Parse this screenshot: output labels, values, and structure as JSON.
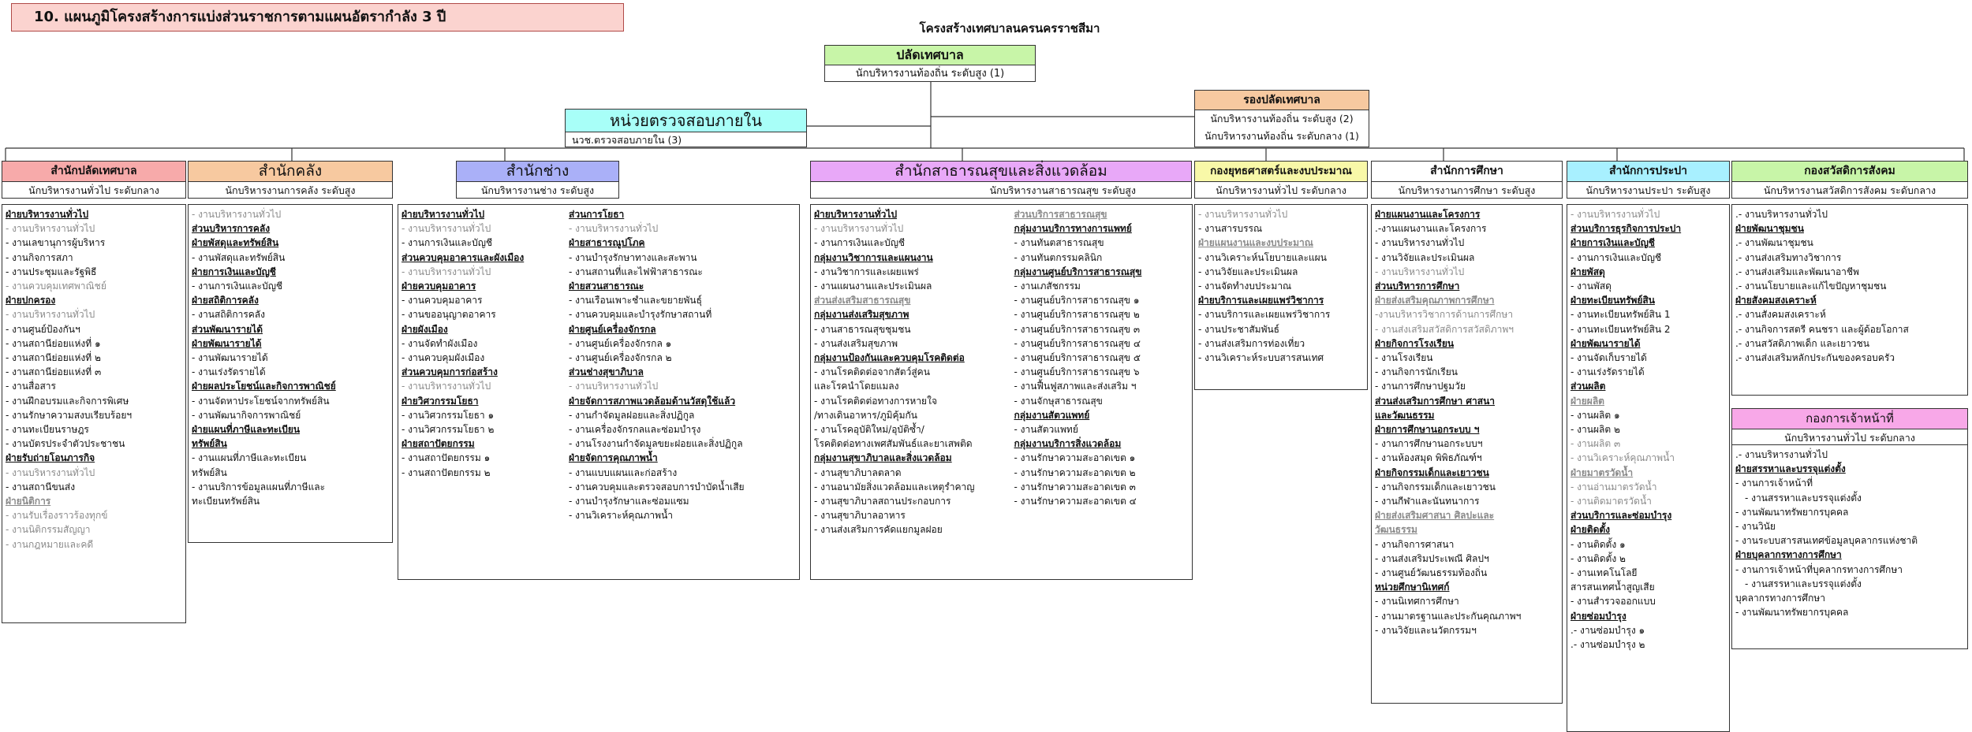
{
  "page_title": "10. แผนภูมิโครงสร้างการแบ่งส่วนราชการตามแผนอัตรากำลัง 3 ปี",
  "org_title": "โครงสร้างเทศบาลนครนครราชสีมา",
  "colors": {
    "mayor_header": "#c8f5a8",
    "deputy_header": "#f7c9a0",
    "audit_header": "#a8fff8",
    "office_clerk": "#f7aaaa",
    "finance": "#f7c9a0",
    "engineering": "#aab0f8",
    "health": "#e8a8f8",
    "strategy": "#f8f8a8",
    "education": "#ffffff",
    "water": "#a8f0ff",
    "welfare": "#c8f5a8",
    "staff": "#f8a8e8"
  },
  "mayor": {
    "title": "ปลัดเทศบาล",
    "subtitle": "นักบริหารงานท้องถิ่น ระดับสูง (1)"
  },
  "deputy": {
    "title": "รองปลัดเทศบาล",
    "line1": "นักบริหารงานท้องถิ่น ระดับสูง (2)",
    "line2": "นักบริหารงานท้องถิ่น ระดับกลาง (1)"
  },
  "audit": {
    "title": "หน่วยตรวจสอบภายใน",
    "subtitle": "นวช.ตรวจสอบภายใน (3)"
  },
  "clerk": {
    "title": "สำนักปลัดเทศบาล",
    "subtitle": "นักบริหารงานทั่วไป ระดับกลาง",
    "items": [
      {
        "t": "ฝ่ายบริหารงานทั่วไป",
        "c": "h"
      },
      {
        "t": "- งานบริหารงานทั่วไป",
        "c": "g"
      },
      {
        "t": "- งานเลขานุการผู้บริหาร",
        "c": "n"
      },
      {
        "t": "- งานกิจการสภา",
        "c": "n"
      },
      {
        "t": "- งานประชุมและรัฐพิธี",
        "c": "n"
      },
      {
        "t": "- งานควบคุมเทศพาณิชย์",
        "c": "g"
      },
      {
        "t": "ฝ่ายปกครอง",
        "c": "h"
      },
      {
        "t": "- งานบริหารงานทั่วไป",
        "c": "g"
      },
      {
        "t": "- งานศูนย์ป้องกันฯ",
        "c": "n"
      },
      {
        "t": "- งานสถานีย่อยแห่งที่ ๑",
        "c": "n"
      },
      {
        "t": "- งานสถานีย่อยแห่งที่ ๒",
        "c": "n"
      },
      {
        "t": "- งานสถานีย่อยแห่งที่ ๓",
        "c": "n"
      },
      {
        "t": "- งานสื่อสาร",
        "c": "n"
      },
      {
        "t": "- งานฝึกอบรมและกิจการพิเศษ",
        "c": "n"
      },
      {
        "t": "- งานรักษาความสงบเรียบร้อยฯ",
        "c": "n"
      },
      {
        "t": "- งานทะเบียนราษฎร",
        "c": "n"
      },
      {
        "t": "- งานบัตรประจำตัวประชาชน",
        "c": "n"
      },
      {
        "t": "ฝ่ายรับถ่ายโอนภารกิจ",
        "c": "h"
      },
      {
        "t": "- งานบริหารงานทั่วไป",
        "c": "g"
      },
      {
        "t": "- งานสถานีขนส่ง",
        "c": "n"
      },
      {
        "t": "ฝ่ายนิติการ",
        "c": "h g"
      },
      {
        "t": "- งานรับเรื่องราวร้องทุกข์",
        "c": "g"
      },
      {
        "t": "- งานนิติกรรมสัญญา",
        "c": "g"
      },
      {
        "t": "- งานกฎหมายและคดี",
        "c": "g"
      }
    ]
  },
  "finance": {
    "title": "สำนักคลัง",
    "subtitle": "นักบริหารงานการคลัง ระดับสูง",
    "items": [
      {
        "t": "- งานบริหารงานทั่วไป",
        "c": "g"
      },
      {
        "t": "ส่วนบริหารการคลัง",
        "c": "h"
      },
      {
        "t": "ฝ่ายพัสดุและทรัพย์สิน",
        "c": "h"
      },
      {
        "t": "- งานพัสดุและทรัพย์สิน",
        "c": "n"
      },
      {
        "t": "ฝ่ายการเงินและบัญชี",
        "c": "h"
      },
      {
        "t": "- งานการเงินและบัญชี",
        "c": "n"
      },
      {
        "t": "ฝ่ายสถิติการคลัง",
        "c": "h"
      },
      {
        "t": "- งานสถิติการคลัง",
        "c": "n"
      },
      {
        "t": "ส่วนพัฒนารายได้",
        "c": "h"
      },
      {
        "t": "ฝ่ายพัฒนารายได้",
        "c": "h"
      },
      {
        "t": "- งานพัฒนารายได้",
        "c": "n"
      },
      {
        "t": "- งานเร่งรัดรายได้",
        "c": "n"
      },
      {
        "t": "ฝ่ายผลประโยชน์และกิจการพาณิชย์",
        "c": "h"
      },
      {
        "t": "- งานจัดหาประโยชน์จากทรัพย์สิน",
        "c": "n"
      },
      {
        "t": "- งานพัฒนากิจการพาณิชย์",
        "c": "n"
      },
      {
        "t": "ฝ่ายแผนที่ภาษีและทะเบียน",
        "c": "h"
      },
      {
        "t": "ทรัพย์สิน",
        "c": "h"
      },
      {
        "t": "- งานแผนที่ภาษีและทะเบียน",
        "c": "n"
      },
      {
        "t": "  ทรัพย์สิน",
        "c": "n"
      },
      {
        "t": "- งานบริการข้อมูลแผนที่ภาษีและ",
        "c": "n"
      },
      {
        "t": "  ทะเบียนทรัพย์สิน",
        "c": "n"
      }
    ]
  },
  "engineering": {
    "title": "สำนักช่าง",
    "subtitle": "นักบริหารงานช่าง ระดับสูง",
    "col1": [
      {
        "t": "ฝ่ายบริหารงานทั่วไป",
        "c": "h"
      },
      {
        "t": "- งานบริหารงานทั่วไป",
        "c": "g"
      },
      {
        "t": "- งานการเงินและบัญชี",
        "c": "n"
      },
      {
        "t": "ส่วนควบคุมอาคารและผังเมือง",
        "c": "h"
      },
      {
        "t": "- งานบริหารงานทั่วไป",
        "c": "g"
      },
      {
        "t": "ฝ่ายควบคุมอาคาร",
        "c": "h"
      },
      {
        "t": "- งานควบคุมอาคาร",
        "c": "n"
      },
      {
        "t": "- งานขออนุญาตอาคาร",
        "c": "n"
      },
      {
        "t": "ฝ่ายผังเมือง",
        "c": "h"
      },
      {
        "t": "- งานจัดทำผังเมือง",
        "c": "n"
      },
      {
        "t": "- งานควบคุมผังเมือง",
        "c": "n"
      },
      {
        "t": "ส่วนควบคุมการก่อสร้าง",
        "c": "h"
      },
      {
        "t": "- งานบริหารงานทั่วไป",
        "c": "g"
      },
      {
        "t": "ฝ่ายวิศวกรรมโยธา",
        "c": "h"
      },
      {
        "t": "- งานวิศวกรรมโยธา ๑",
        "c": "n"
      },
      {
        "t": "- งานวิศวกรรมโยธา ๒",
        "c": "n"
      },
      {
        "t": "ฝ่ายสถาปัตยกรรม",
        "c": "h"
      },
      {
        "t": "- งานสถาปัตยกรรม ๑",
        "c": "n"
      },
      {
        "t": "- งานสถาปัตยกรรม ๒",
        "c": "n"
      }
    ],
    "col2": [
      {
        "t": "ส่วนการโยธา",
        "c": "h"
      },
      {
        "t": "- งานบริหารงานทั่วไป",
        "c": "g"
      },
      {
        "t": "ฝ่ายสาธารณูปโภค",
        "c": "h"
      },
      {
        "t": "- งานบำรุงรักษาทางและสะพาน",
        "c": "n"
      },
      {
        "t": "- งานสถานที่และไฟฟ้าสาธารณะ",
        "c": "n"
      },
      {
        "t": "ฝ่ายสวนสาธารณะ",
        "c": "h"
      },
      {
        "t": "- งานเรือนเพาะชำและขยายพันธุ์",
        "c": "n"
      },
      {
        "t": "- งานควบคุมและบำรุงรักษาสถานที่",
        "c": "n"
      },
      {
        "t": "ฝ่ายศูนย์เครื่องจักรกล",
        "c": "h"
      },
      {
        "t": "- งานศูนย์เครื่องจักรกล ๑",
        "c": "n"
      },
      {
        "t": "- งานศูนย์เครื่องจักรกล ๒",
        "c": "n"
      },
      {
        "t": "ส่วนช่างสุขาภิบาล",
        "c": "h"
      },
      {
        "t": "- งานบริหารงานทั่วไป",
        "c": "g"
      },
      {
        "t": "ฝ่ายจัดการสภาพแวดล้อมด้านวัสดุใช้แล้ว",
        "c": "h"
      },
      {
        "t": "- งานกำจัดมูลฝอยและสิ่งปฏิกูล",
        "c": "n"
      },
      {
        "t": "- งานเครื่องจักรกลและซ่อมบำรุง",
        "c": "n"
      },
      {
        "t": "- งานโรงงานกำจัดมูลขยะฝอยและสิ่งปฏิกูล",
        "c": "n"
      },
      {
        "t": "ฝ่ายจัดการคุณภาพน้ำ",
        "c": "h"
      },
      {
        "t": "- งานแบบแผนและก่อสร้าง",
        "c": "n"
      },
      {
        "t": "- งานควบคุมและตรวจสอบการบำบัดน้ำเสีย",
        "c": "n"
      },
      {
        "t": "- งานบำรุงรักษาและซ่อมแซม",
        "c": "n"
      },
      {
        "t": "- งานวิเคราะห์คุณภาพน้ำ",
        "c": "n"
      }
    ]
  },
  "health": {
    "title": "สำนักสาธารณสุขและสิ่งแวดล้อม",
    "subtitle": "นักบริหารงานสาธารณสุข ระดับสูง",
    "col1": [
      {
        "t": "ฝ่ายบริหารงานทั่วไป",
        "c": "h"
      },
      {
        "t": "- งานบริหารงานทั่วไป",
        "c": "g"
      },
      {
        "t": "- งานการเงินและบัญชี",
        "c": "n"
      },
      {
        "t": "กลุ่มงานวิชาการและแผนงาน",
        "c": "h"
      },
      {
        "t": "- งานวิชาการและเผยแพร่",
        "c": "n"
      },
      {
        "t": "- งานแผนงานและประเมินผล",
        "c": "n"
      },
      {
        "t": "ส่วนส่งเสริมสาธารณสุข",
        "c": "h g"
      },
      {
        "t": "กลุ่มงานส่งเสริมสุขภาพ",
        "c": "h"
      },
      {
        "t": "- งานสาธารณสุขชุมชน",
        "c": "n"
      },
      {
        "t": "- งานส่งเสริมสุขภาพ",
        "c": "n"
      },
      {
        "t": "กลุ่มงานป้องกันและควบคุมโรคติดต่อ",
        "c": "h"
      },
      {
        "t": "- งานโรคติดต่อจากสัตว์สู่คน",
        "c": "n"
      },
      {
        "t": "และโรคนำโดยแมลง",
        "c": "n"
      },
      {
        "t": "- งานโรคติดต่อทางการหายใจ",
        "c": "n"
      },
      {
        "t": "/ทางเดินอาหาร/ภูมิคุ้มกัน",
        "c": "n"
      },
      {
        "t": "- งานโรคอุบัติใหม่/อุบัติซ้ำ/",
        "c": "n"
      },
      {
        "t": "โรคติดต่อทางเพศสัมพันธ์และยาเสพติด",
        "c": "n"
      },
      {
        "t": "กลุ่มงานสุขาภิบาลและสิ่งแวดล้อม",
        "c": "h"
      },
      {
        "t": "- งานสุขาภิบาลตลาด",
        "c": "n"
      },
      {
        "t": "- งานอนามัยสิ่งแวดล้อมและเหตุรำคาญ",
        "c": "n"
      },
      {
        "t": "- งานสุขาภิบาลสถานประกอบการ",
        "c": "n"
      },
      {
        "t": "- งานสุขาภิบาลอาหาร",
        "c": "n"
      },
      {
        "t": "- งานส่งเสริมการคัดแยกมูลฝอย",
        "c": "n"
      }
    ],
    "col2": [
      {
        "t": "ส่วนบริการสาธารณสุข",
        "c": "h g"
      },
      {
        "t": "กลุ่มงานบริการทางการแพทย์",
        "c": "h"
      },
      {
        "t": "- งานทันตสาธารณสุข",
        "c": "n"
      },
      {
        "t": "- งานทันตกรรมคลินิก",
        "c": "n"
      },
      {
        "t": "กลุ่มงานศูนย์บริการสาธารณสุข",
        "c": "h"
      },
      {
        "t": "- งานเภสัชกรรม",
        "c": "n"
      },
      {
        "t": "- งานศูนย์บริการสาธารณสุข ๑",
        "c": "n"
      },
      {
        "t": "- งานศูนย์บริการสาธารณสุข ๒",
        "c": "n"
      },
      {
        "t": "- งานศูนย์บริการสาธารณสุข ๓",
        "c": "n"
      },
      {
        "t": "- งานศูนย์บริการสาธารณสุข ๔",
        "c": "n"
      },
      {
        "t": "- งานศูนย์บริการสาธารณสุข ๕",
        "c": "n"
      },
      {
        "t": "- งานศูนย์บริการสาธารณสุข ๖",
        "c": "n"
      },
      {
        "t": "- งานฟื้นฟูสภาพและส่งเสริม ฯ",
        "c": "n"
      },
      {
        "t": "- งานจักษุสาธารณสุข",
        "c": "n"
      },
      {
        "t": "กลุ่มงานสัตวแพทย์",
        "c": "h"
      },
      {
        "t": "- งานสัตวแพทย์",
        "c": "n"
      },
      {
        "t": "กลุ่มงานบริการสิ่งแวดล้อม",
        "c": "h"
      },
      {
        "t": "- งานรักษาความสะอาดเขต ๑",
        "c": "n"
      },
      {
        "t": "- งานรักษาความสะอาดเขต ๒",
        "c": "n"
      },
      {
        "t": "- งานรักษาความสะอาดเขต ๓",
        "c": "n"
      },
      {
        "t": "- งานรักษาความสะอาดเขต ๔",
        "c": "n"
      }
    ]
  },
  "strategy": {
    "title": "กองยุทธศาสตร์และงบประมาณ",
    "subtitle": "นักบริหารงานทั่วไป ระดับกลาง",
    "items": [
      {
        "t": "- งานบริหารงานทั่วไป",
        "c": "g"
      },
      {
        "t": "- งานสารบรรณ",
        "c": "n"
      },
      {
        "t": "ฝ่ายแผนงานและงบประมาณ",
        "c": "h g"
      },
      {
        "t": "- งานวิเคราะห์นโยบายและแผน",
        "c": "n"
      },
      {
        "t": "- งานวิจัยและประเมินผล",
        "c": "n"
      },
      {
        "t": "- งานจัดทำงบประมาณ",
        "c": "n"
      },
      {
        "t": "ฝ่ายบริการและเผยแพร่วิชาการ",
        "c": "h"
      },
      {
        "t": "- งานบริการและเผยแพร่วิชาการ",
        "c": "n"
      },
      {
        "t": "- งานประชาสัมพันธ์",
        "c": "n"
      },
      {
        "t": "- งานส่งเสริมการท่องเที่ยว",
        "c": "n"
      },
      {
        "t": "- งานวิเคราะห์ระบบสารสนเทศ",
        "c": "n"
      }
    ]
  },
  "education": {
    "title": "สำนักการศึกษา",
    "subtitle": "นักบริหารงานการศึกษา ระดับสูง",
    "items": [
      {
        "t": "ฝ่ายแผนงานและโครงการ",
        "c": "h"
      },
      {
        "t": ".-งานแผนงานและโครงการ",
        "c": "n"
      },
      {
        "t": "- งานบริหารงานทั่วไป",
        "c": "n"
      },
      {
        "t": "- งานวิจัยและประเมินผล",
        "c": "n"
      },
      {
        "t": "- งานบริหารงานทั่วไป",
        "c": "g"
      },
      {
        "t": "ส่วนบริหารการศึกษา",
        "c": "h"
      },
      {
        "t": "ฝ่ายส่งเสริมคุณภาพการศึกษา",
        "c": "h g"
      },
      {
        "t": "-งานบริหารวิชาการด้านการศึกษา",
        "c": "g"
      },
      {
        "t": "- งานส่งเสริมสวัสดิการสวัสดิภาพฯ",
        "c": "g"
      },
      {
        "t": "ฝ่ายกิจการโรงเรียน",
        "c": "h"
      },
      {
        "t": "- งานโรงเรียน",
        "c": "n"
      },
      {
        "t": "- งานกิจการนักเรียน",
        "c": "n"
      },
      {
        "t": "- งานการศึกษาปฐมวัย",
        "c": "n"
      },
      {
        "t": "ส่วนส่งเสริมการศึกษา ศาสนา",
        "c": "h"
      },
      {
        "t": "และวัฒนธรรม",
        "c": "h"
      },
      {
        "t": "ฝ่ายการศึกษานอกระบบ ฯ",
        "c": "h"
      },
      {
        "t": "- งานการศึกษานอกระบบฯ",
        "c": "n"
      },
      {
        "t": "- งานห้องสมุด พิพิธภัณฑ์ฯ",
        "c": "n"
      },
      {
        "t": "ฝ่ายกิจกรรมเด็กและเยาวชน",
        "c": "h"
      },
      {
        "t": "- งานกิจกรรมเด็กและเยาวชน",
        "c": "n"
      },
      {
        "t": "- งานกีฬาและนันทนาการ",
        "c": "n"
      },
      {
        "t": "ฝ่ายส่งเสริมศาสนา ศิลปะและ",
        "c": "h g"
      },
      {
        "t": "วัฒนธรรม",
        "c": "h g"
      },
      {
        "t": "- งานกิจการศาสนา",
        "c": "n"
      },
      {
        "t": "- งานส่งเสริมประเพณี ศิลปฯ",
        "c": "n"
      },
      {
        "t": "- งานศูนย์วัฒนธรรมท้องถิ่น",
        "c": "n"
      },
      {
        "t": "หน่วยศึกษานิเทศก์",
        "c": "h"
      },
      {
        "t": "- งานนิเทศการศึกษา",
        "c": "n"
      },
      {
        "t": "- งานมาตรฐานและประกันคุณภาพฯ",
        "c": "n"
      },
      {
        "t": "- งานวิจัยและนวัตกรรมฯ",
        "c": "n"
      }
    ]
  },
  "water": {
    "title": "สำนักการประปา",
    "subtitle": "นักบริหารงานประปา ระดับสูง",
    "items": [
      {
        "t": "- งานบริหารงานทั่วไป",
        "c": "g"
      },
      {
        "t": "ส่วนบริการธุรกิจการประปา",
        "c": "h"
      },
      {
        "t": "ฝ่ายการเงินและบัญชี",
        "c": "h"
      },
      {
        "t": "- งานการเงินและบัญชี",
        "c": "n"
      },
      {
        "t": "ฝ่ายพัสดุ",
        "c": "h"
      },
      {
        "t": "- งานพัสดุ",
        "c": "n"
      },
      {
        "t": "ฝ่ายทะเบียนทรัพย์สิน",
        "c": "h"
      },
      {
        "t": "- งานทะเบียนทรัพย์สิน 1",
        "c": "n"
      },
      {
        "t": "- งานทะเบียนทรัพย์สิน 2",
        "c": "n"
      },
      {
        "t": "ฝ่ายพัฒนารายได้",
        "c": "h"
      },
      {
        "t": "- งานจัดเก็บรายได้",
        "c": "n"
      },
      {
        "t": "- งานเร่งรัดรายได้",
        "c": "n"
      },
      {
        "t": "ส่วนผลิต",
        "c": "h"
      },
      {
        "t": "ฝ่ายผลิต",
        "c": "h g"
      },
      {
        "t": "- งานผลิต ๑",
        "c": "n"
      },
      {
        "t": "- งานผลิต ๒",
        "c": "n"
      },
      {
        "t": "- งานผลิต ๓",
        "c": "g"
      },
      {
        "t": "- งานวิเคราะห์คุณภาพน้ำ",
        "c": "g"
      },
      {
        "t": "ฝ่ายมาตรวัดน้ำ",
        "c": "h g"
      },
      {
        "t": "- งานอ่านมาตรวัดน้ำ",
        "c": "g"
      },
      {
        "t": "- งานติดมาตรวัดน้ำ",
        "c": "g"
      },
      {
        "t": "ส่วนบริการและซ่อมบำรุง",
        "c": "h"
      },
      {
        "t": "ฝ่ายติดตั้ง",
        "c": "h"
      },
      {
        "t": "- งานติดตั้ง ๑",
        "c": "n"
      },
      {
        "t": "- งานติดตั้ง ๒",
        "c": "n"
      },
      {
        "t": "- งานเทคโนโลยี",
        "c": "n"
      },
      {
        "t": "สารสนเทศน้ำสูญเสีย",
        "c": "n"
      },
      {
        "t": "- งานสำรวจออกแบบ",
        "c": "n"
      },
      {
        "t": "ฝ่ายซ่อมบำรุง",
        "c": "h"
      },
      {
        "t": ".- งานซ่อมบำรุง ๑",
        "c": "n"
      },
      {
        "t": ".- งานซ่อมบำรุง ๒",
        "c": "n"
      }
    ]
  },
  "welfare": {
    "title": "กองสวัสดิการสังคม",
    "subtitle": "นักบริหารงานสวัสดิการสังคม ระดับกลาง",
    "items": [
      {
        "t": ".- งานบริหารงานทั่วไป",
        "c": "n"
      },
      {
        "t": "ฝ่ายพัฒนาชุมชน",
        "c": "h"
      },
      {
        "t": ".- งานพัฒนาชุมชน",
        "c": "n"
      },
      {
        "t": ".- งานส่งเสริมทางวิชาการ",
        "c": "n"
      },
      {
        "t": ".- งานส่งเสริมและพัฒนาอาชีพ",
        "c": "n"
      },
      {
        "t": ".- งานนโยบายและแก้ไขปัญหาชุมชน",
        "c": "n"
      },
      {
        "t": "ฝ่ายสังคมสงเคราะห์",
        "c": "h"
      },
      {
        "t": ".- งานสังคมสงเคราะห์",
        "c": "n"
      },
      {
        "t": ".- งานกิจการสตรี คนชรา และผู้ด้อยโอกาส",
        "c": "n"
      },
      {
        "t": ".- งานสวัสดิภาพเด็ก และเยาวชน",
        "c": "n"
      },
      {
        "t": ".- งานส่งเสริมหลักประกันของครอบครัว",
        "c": "n"
      }
    ]
  },
  "staff": {
    "title": "กองการเจ้าหน้าที่",
    "subtitle": "นักบริหารงานทั่วไป ระดับกลาง",
    "items": [
      {
        "t": ".- งานบริหารงานทั่วไป",
        "c": "n"
      },
      {
        "t": "ฝ่ายสรรหาและบรรจุแต่งตั้ง",
        "c": "h"
      },
      {
        "t": "- งานการเจ้าหน้าที่",
        "c": "n"
      },
      {
        "t": "- งานสรรหาและบรรจุแต่งตั้ง",
        "c": "n ind"
      },
      {
        "t": "- งานพัฒนาทรัพยากรบุคคล",
        "c": "n"
      },
      {
        "t": "- งานวินัย",
        "c": "n"
      },
      {
        "t": "- งานระบบสารสนเทศข้อมูลบุคลากรแห่งชาติ",
        "c": "n"
      },
      {
        "t": "ฝ่ายบุคลากรทางการศึกษา",
        "c": "h"
      },
      {
        "t": "- งานการเจ้าหน้าที่บุคลากรทางการศึกษา",
        "c": "n"
      },
      {
        "t": "- งานสรรหาและบรรจุแต่งตั้ง",
        "c": "n ind"
      },
      {
        "t": "บุคลากรทางการศึกษา",
        "c": "n"
      },
      {
        "t": "- งานพัฒนาทรัพยากรบุคคล",
        "c": "n"
      }
    ]
  }
}
